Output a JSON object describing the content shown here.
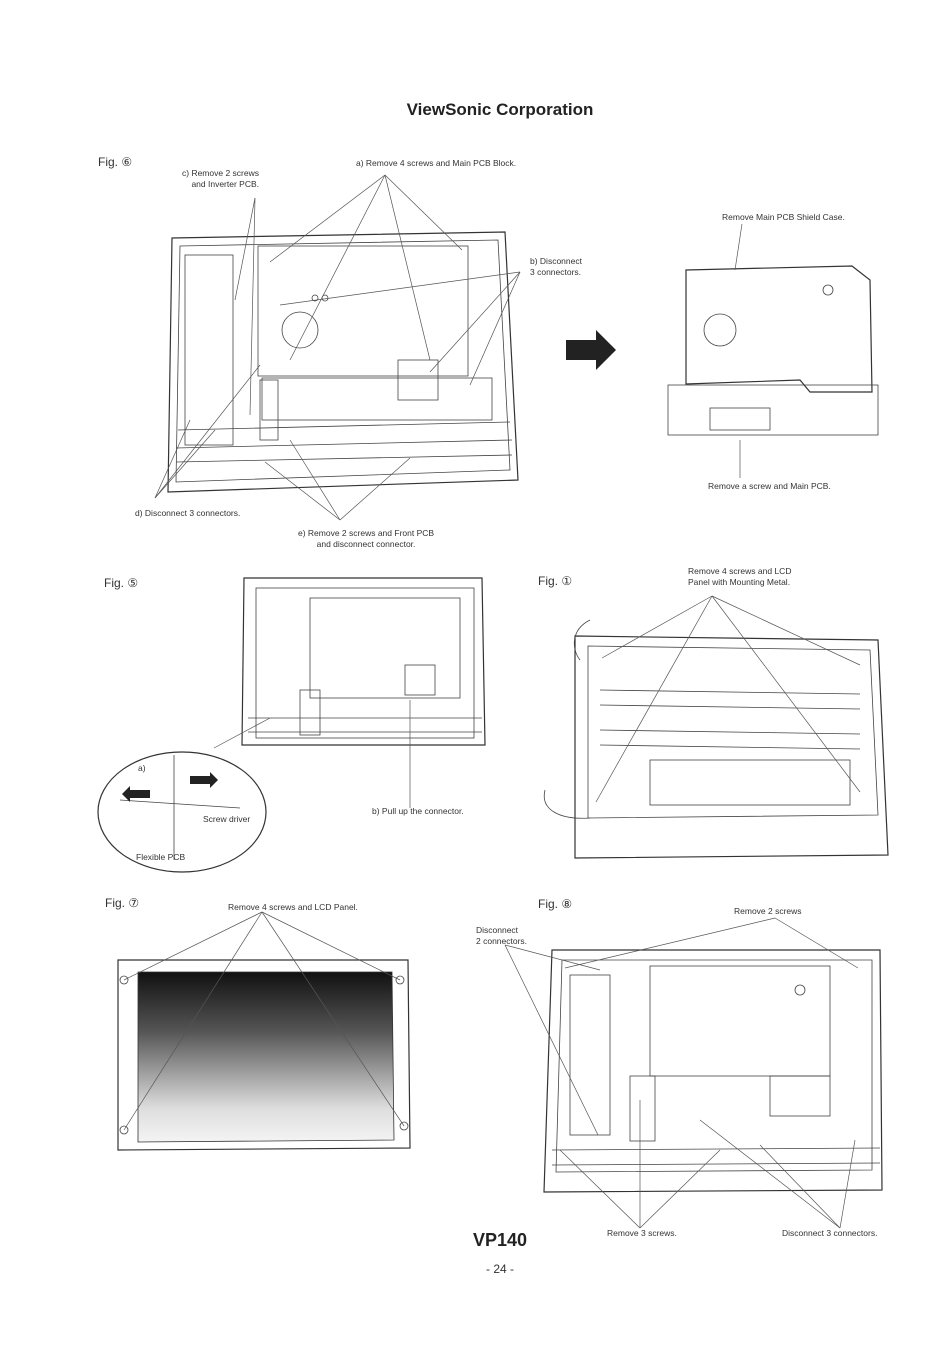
{
  "header": {
    "title": "ViewSonic Corporation"
  },
  "figures": {
    "fig6": {
      "label": "Fig. ⑥",
      "callouts": {
        "c": "c) Remove 2 screws\nand Inverter PCB.",
        "a": "a) Remove 4 screws and Main PCB Block.",
        "b": "b) Disconnect\n3 connectors.",
        "shield": "Remove Main PCB Shield Case.",
        "main_pcb": "Remove a screw and Main PCB.",
        "d": "d) Disconnect 3 connectors.",
        "e": "e) Remove 2 screws and Front PCB\nand disconnect connector."
      }
    },
    "fig5": {
      "label": "Fig. ⑤",
      "callouts": {
        "a": "a)",
        "screw_driver": "Screw driver",
        "flexible_pcb": "Flexible PCB",
        "b": "b) Pull up the connector."
      }
    },
    "fig1": {
      "label": "Fig. ①",
      "callouts": {
        "lcd": "Remove 4 screws and LCD\nPanel with Mounting Metal."
      }
    },
    "fig7": {
      "label": "Fig. ⑦",
      "callouts": {
        "lcd": "Remove 4 screws and LCD Panel."
      }
    },
    "fig8": {
      "label": "Fig. ⑧",
      "callouts": {
        "remove2": "Remove 2 screws",
        "disconnect2": "Disconnect\n2 connectors.",
        "remove3": "Remove 3 screws.",
        "disconnect3": "Disconnect 3 connectors."
      }
    }
  },
  "footer": {
    "model": "VP140",
    "page": "- 24 -"
  }
}
